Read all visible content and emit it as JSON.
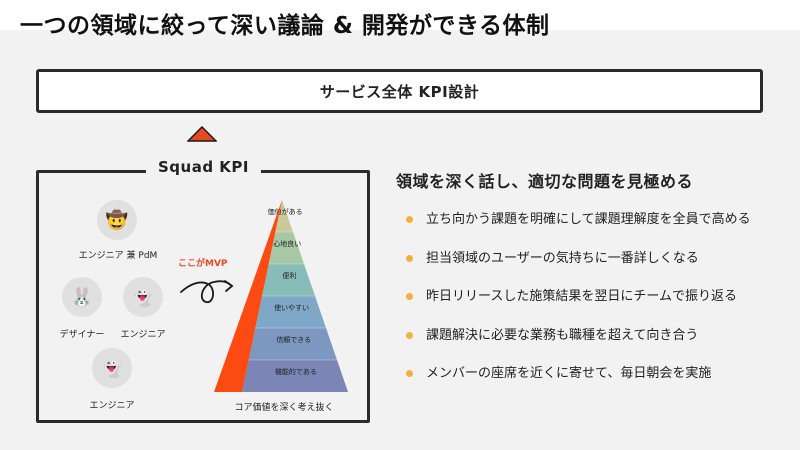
{
  "slide": {
    "title": "一つの領域に絞って深い議論 & 開発ができる体制"
  },
  "service_kpi": {
    "label": "サービス全体 KPI設計"
  },
  "squad": {
    "title": "Squad KPI",
    "members": [
      {
        "role": "エンジニア 兼 PdM",
        "icon": "cowboy-emoji-icon"
      },
      {
        "role": "デザイナー",
        "icon": "rabbit-emoji-icon"
      },
      {
        "role": "エンジニア",
        "icon": "ghost-emoji-icon"
      },
      {
        "role": "エンジニア",
        "icon": "ghost-emoji-icon"
      }
    ],
    "mvp_label": "ここがMVP",
    "pyramid_levels": [
      {
        "label": "価値がある",
        "color": "#c9c99a"
      },
      {
        "label": "心地良い",
        "color": "#a6c8a6"
      },
      {
        "label": "便利",
        "color": "#88bcb8"
      },
      {
        "label": "使いやすい",
        "color": "#7fa8c8"
      },
      {
        "label": "信頼できる",
        "color": "#7c97c0"
      },
      {
        "label": "機能的である",
        "color": "#7b86b6"
      }
    ],
    "mvp_color": "#fb4a12",
    "pyramid_caption": "コア価値を深く考え抜く"
  },
  "right_panel": {
    "heading": "領域を深く話し、適切な問題を見極める",
    "bullets": [
      "立ち向かう課題を明確にして課題理解度を全員で高める",
      "担当領域のユーザーの気持ちに一番詳しくなる",
      "昨日リリースした施策結果を翌日にチームで振り返る",
      "課題解決に必要な業務も職種を超えて向き合う",
      "メンバーの座席を近くに寄せて、毎日朝会を実施"
    ],
    "bullet_color": "#f3b13a"
  },
  "colors": {
    "background": "#f2f2f2",
    "border": "#2b2b2b",
    "arrow": "#e84a1f"
  }
}
